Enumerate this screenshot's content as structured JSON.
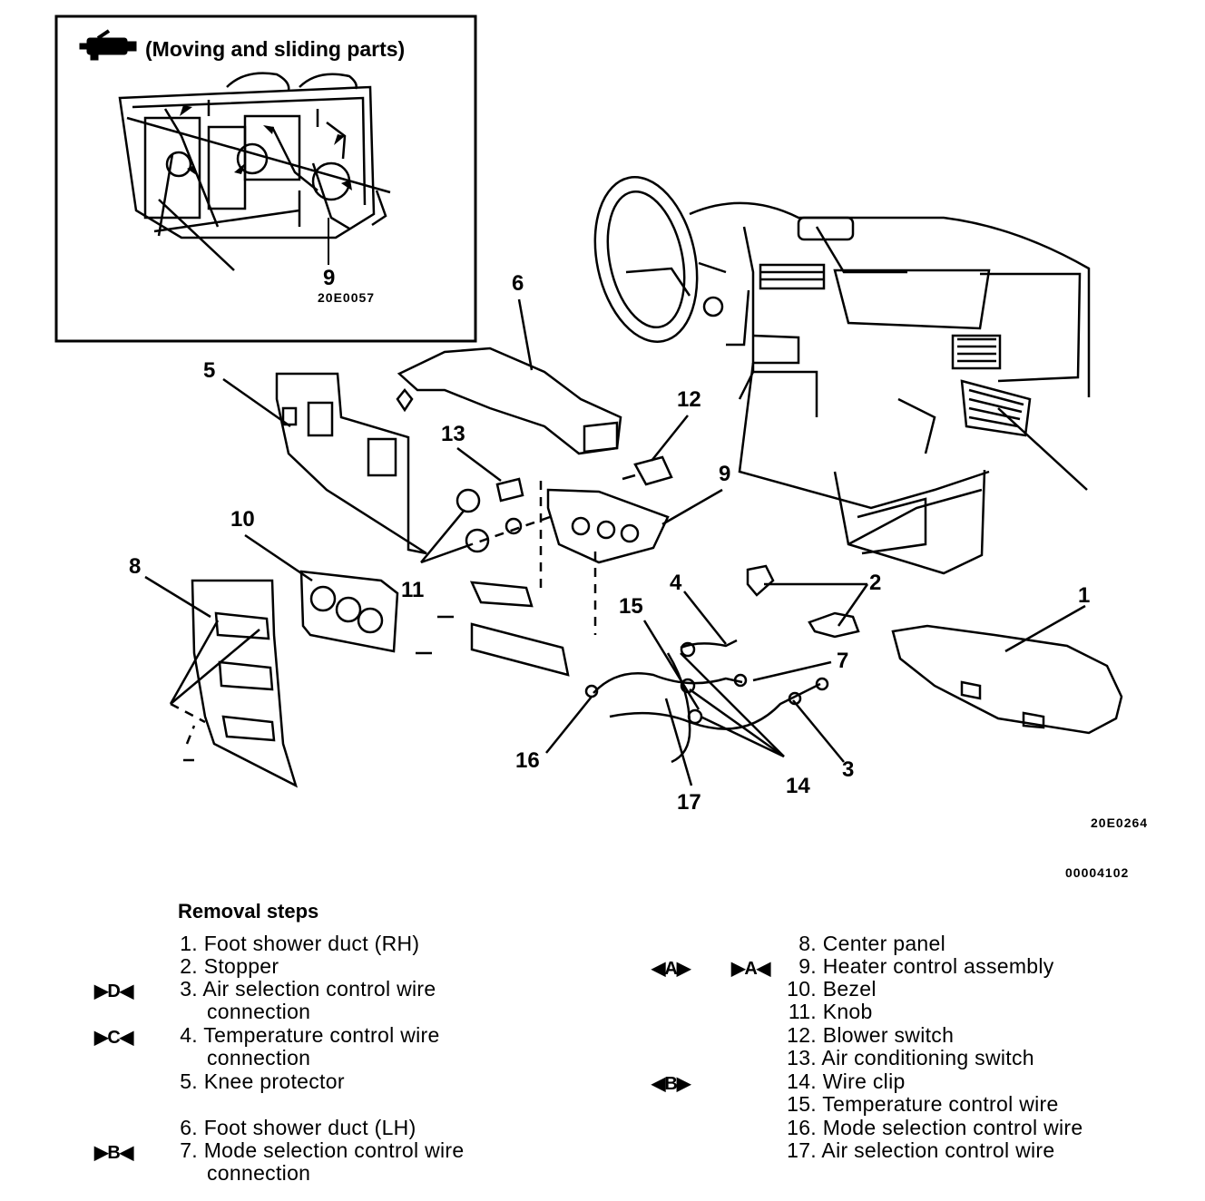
{
  "inset": {
    "title": "(Moving and sliding parts)",
    "icon": "grease-gun-icon",
    "callout": "9",
    "code": "20E0057"
  },
  "diagram": {
    "callouts": [
      "1",
      "2",
      "3",
      "4",
      "5",
      "6",
      "7",
      "8",
      "9",
      "10",
      "11",
      "12",
      "13",
      "14",
      "15",
      "16",
      "17"
    ],
    "code": "20E0264"
  },
  "document_code": "00004102",
  "removal": {
    "heading": "Removal steps",
    "steps": [
      {
        "num": "1.",
        "text": "Foot shower duct (RH)"
      },
      {
        "num": "2.",
        "text": "Stopper"
      },
      {
        "num": "3.",
        "text": "Air selection control wire",
        "text2": "connection",
        "symbol": "▶D◀"
      },
      {
        "num": "4.",
        "text": "Temperature control wire",
        "text2": "connection",
        "symbol": "▶C◀"
      },
      {
        "num": "5.",
        "text": "Knee protector"
      },
      {
        "num": "6.",
        "text": "Foot shower duct (LH)"
      },
      {
        "num": "7.",
        "text": "Mode selection control wire",
        "text2": "connection",
        "symbol": "▶B◀"
      },
      {
        "num": "8.",
        "text": "Center panel"
      },
      {
        "num": "9.",
        "text": "Heater control assembly",
        "symbol_a": "◀A▶",
        "symbol_b": "▶A◀"
      },
      {
        "num": "10.",
        "text": "Bezel"
      },
      {
        "num": "11.",
        "text": "Knob"
      },
      {
        "num": "12.",
        "text": "Blower switch"
      },
      {
        "num": "13.",
        "text": "Air conditioning switch"
      },
      {
        "num": "14.",
        "text": "Wire clip",
        "symbol": "◀B▶"
      },
      {
        "num": "15.",
        "text": "Temperature control wire"
      },
      {
        "num": "16.",
        "text": "Mode selection control wire"
      },
      {
        "num": "17.",
        "text": "Air selection control wire"
      }
    ]
  }
}
